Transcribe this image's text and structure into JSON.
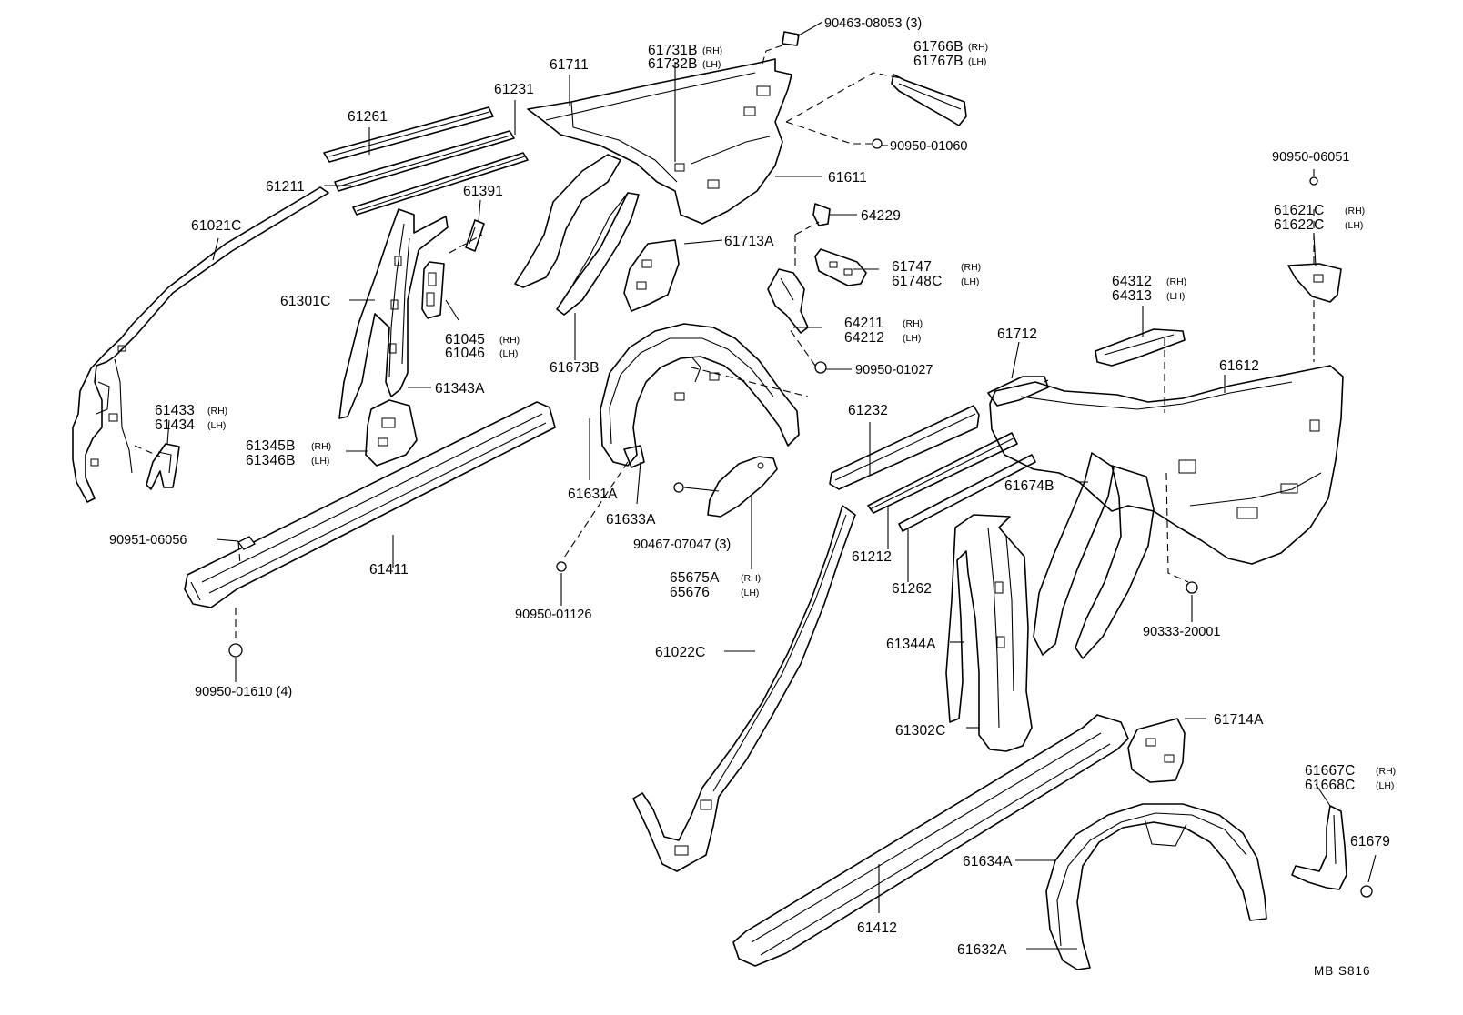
{
  "labels": {
    "p90463": "90463-08053 (3)",
    "p61731b": "61731B",
    "p61732b": "61732B",
    "p61766b": "61766B",
    "p61767b": "61767B",
    "p61711": "61711",
    "p61231": "61231",
    "p61261": "61261",
    "p61211": "61211",
    "p61021c": "61021C",
    "p61391": "61391",
    "p61301c": "61301C",
    "p61045": "61045",
    "p61046": "61046",
    "p61343a": "61343A",
    "p61433": "61433",
    "p61434": "61434",
    "p61345b": "61345B",
    "p61346b": "61346B",
    "p90951": "90951-06056",
    "p61411": "61411",
    "p90950_01610": "90950-01610 (4)",
    "p90950_01060": "90950-01060",
    "p61611": "61611",
    "p64229": "64229",
    "p61713a": "61713A",
    "p61673b": "61673B",
    "p61747": "61747",
    "p61748c": "61748C",
    "p64211": "64211",
    "p64212": "64212",
    "p90950_01027": "90950-01027",
    "p61631a": "61631A",
    "p61633a": "61633A",
    "p90467": "90467-07047 (3)",
    "p65675a": "65675A",
    "p65676": "65676",
    "p90950_01126": "90950-01126",
    "p90950_06051": "90950-06051",
    "p61621c": "61621C",
    "p61622c": "61622C",
    "p64312": "64312",
    "p64313": "64313",
    "p61712": "61712",
    "p61612": "61612",
    "p61232": "61232",
    "p61674b": "61674B",
    "p61212": "61212",
    "p61262": "61262",
    "p90333": "90333-20001",
    "p61022c": "61022C",
    "p61344a": "61344A",
    "p61302c": "61302C",
    "p61714a": "61714A",
    "p61667c": "61667C",
    "p61668c": "61668C",
    "p61679": "61679",
    "p61634a": "61634A",
    "p61412": "61412",
    "p61632a": "61632A"
  },
  "sides": {
    "rh": "(RH)",
    "lh": "(LH)"
  },
  "drawing_code": "MB  S816"
}
